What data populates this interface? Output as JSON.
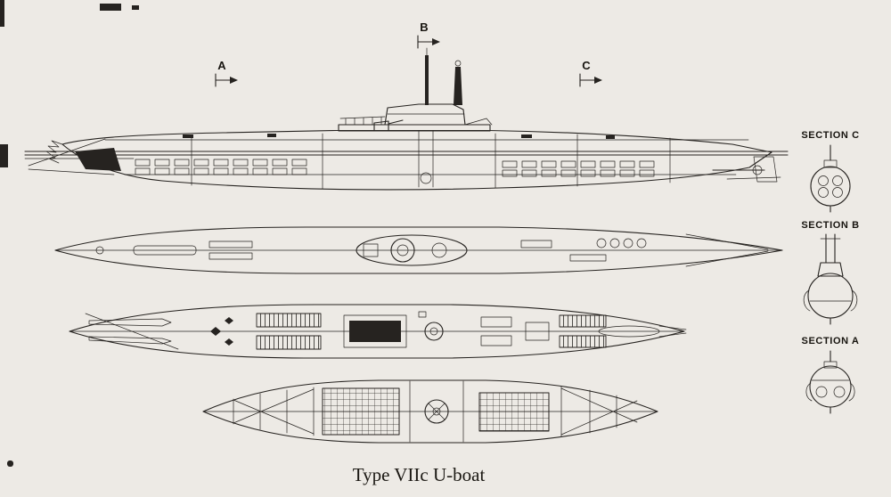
{
  "title": "Type VIIc U-boat",
  "markers": {
    "a": "A",
    "b": "B",
    "c": "C"
  },
  "sections": {
    "c": {
      "label": "SECTION C"
    },
    "b": {
      "label": "SECTION B"
    },
    "a": {
      "label": "SECTION A"
    }
  },
  "ink_color": "#262320",
  "background_color": "#edeae5"
}
